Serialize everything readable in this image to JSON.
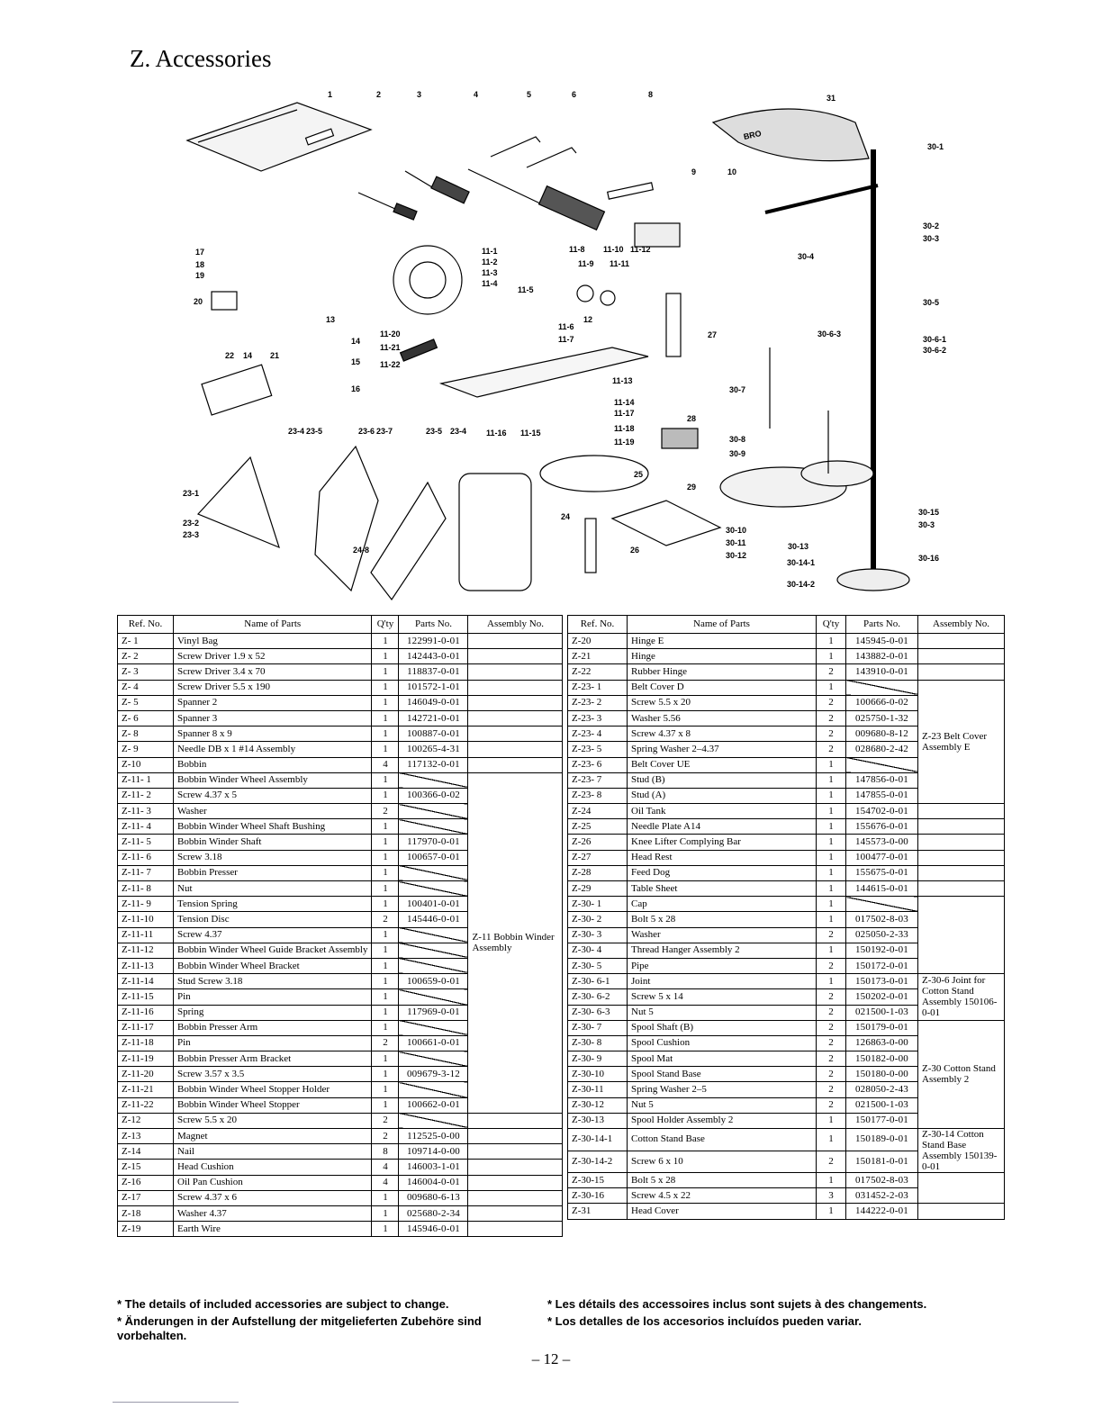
{
  "page": {
    "title": "Z.  Accessories",
    "page_number": "– 12 –"
  },
  "diagram": {
    "callouts": [
      "1",
      "2",
      "3",
      "4",
      "5",
      "6",
      "8",
      "9",
      "10",
      "31",
      "30-1",
      "30-2",
      "30-3",
      "30-4",
      "30-5",
      "30-6-1",
      "30-6-2",
      "30-6-3",
      "30-7",
      "30-8",
      "30-9",
      "30-10",
      "30-11",
      "30-12",
      "30-13",
      "30-14-1",
      "30-14-2",
      "30-15",
      "30-3",
      "30-16",
      "17",
      "18",
      "19",
      "20",
      "13",
      "14",
      "15",
      "16",
      "22",
      "14",
      "21",
      "11-1",
      "11-2",
      "11-3",
      "11-4",
      "11-5",
      "11-6",
      "11-7",
      "11-8",
      "11-9",
      "11-10",
      "11-11",
      "11-12",
      "11-13",
      "11-14",
      "11-17",
      "11-18",
      "11-19",
      "11-20",
      "11-21",
      "11-22",
      "11-16",
      "11-15",
      "12",
      "27",
      "28",
      "29",
      "25",
      "24",
      "26",
      "23-4",
      "23-5",
      "23-6",
      "23-7",
      "23-5",
      "23-4",
      "23-1",
      "23-2",
      "23-3",
      "24-8"
    ],
    "brand_text": "BRO"
  },
  "table": {
    "headers": [
      "Ref. No.",
      "Name of Parts",
      "Q'ty",
      "Parts No.",
      "Assembly No."
    ],
    "left_rows": [
      {
        "ref": "Z- 1",
        "name": "Vinyl Bag",
        "qty": "1",
        "pn": "122991-0-01"
      },
      {
        "ref": "Z- 2",
        "name": "Screw Driver 1.9 x 52",
        "qty": "1",
        "pn": "142443-0-01"
      },
      {
        "ref": "Z- 3",
        "name": "Screw Driver 3.4 x 70",
        "qty": "1",
        "pn": "118837-0-01"
      },
      {
        "ref": "Z- 4",
        "name": "Screw Driver 5.5 x 190",
        "qty": "1",
        "pn": "101572-1-01"
      },
      {
        "ref": "Z- 5",
        "name": "Spanner 2",
        "qty": "1",
        "pn": "146049-0-01"
      },
      {
        "ref": "Z- 6",
        "name": "Spanner 3",
        "qty": "1",
        "pn": "142721-0-01"
      },
      {
        "ref": "Z- 8",
        "name": "Spanner 8 x 9",
        "qty": "1",
        "pn": "100887-0-01"
      },
      {
        "ref": "Z- 9",
        "name": "Needle DB x 1 #14 Assembly",
        "qty": "1",
        "pn": "100265-4-31"
      },
      {
        "ref": "Z-10",
        "name": "Bobbin",
        "qty": "4",
        "pn": "117132-0-01"
      },
      {
        "ref": "Z-11- 1",
        "name": "Bobbin Winder Wheel Assembly",
        "qty": "1",
        "pn": ""
      },
      {
        "ref": "Z-11- 2",
        "name": "Screw 4.37 x 5",
        "qty": "1",
        "pn": "100366-0-02"
      },
      {
        "ref": "Z-11- 3",
        "name": "Washer",
        "qty": "2",
        "pn": ""
      },
      {
        "ref": "Z-11- 4",
        "name": "Bobbin Winder Wheel Shaft Bushing",
        "qty": "1",
        "pn": ""
      },
      {
        "ref": "Z-11- 5",
        "name": "Bobbin Winder Shaft",
        "qty": "1",
        "pn": "117970-0-01"
      },
      {
        "ref": "Z-11- 6",
        "name": "Screw 3.18",
        "qty": "1",
        "pn": "100657-0-01"
      },
      {
        "ref": "Z-11- 7",
        "name": "Bobbin Presser",
        "qty": "1",
        "pn": ""
      },
      {
        "ref": "Z-11- 8",
        "name": "Nut",
        "qty": "1",
        "pn": ""
      },
      {
        "ref": "Z-11- 9",
        "name": "Tension Spring",
        "qty": "1",
        "pn": "100401-0-01"
      },
      {
        "ref": "Z-11-10",
        "name": "Tension Disc",
        "qty": "2",
        "pn": "145446-0-01"
      },
      {
        "ref": "Z-11-11",
        "name": "Screw 4.37",
        "qty": "1",
        "pn": ""
      },
      {
        "ref": "Z-11-12",
        "name": "Bobbin Winder Wheel Guide Bracket Assembly",
        "qty": "1",
        "pn": ""
      },
      {
        "ref": "Z-11-13",
        "name": "Bobbin Winder Wheel Bracket",
        "qty": "1",
        "pn": ""
      },
      {
        "ref": "Z-11-14",
        "name": "Stud Screw 3.18",
        "qty": "1",
        "pn": "100659-0-01"
      },
      {
        "ref": "Z-11-15",
        "name": "Pin",
        "qty": "1",
        "pn": ""
      },
      {
        "ref": "Z-11-16",
        "name": "Spring",
        "qty": "1",
        "pn": "117969-0-01"
      },
      {
        "ref": "Z-11-17",
        "name": "Bobbin Presser Arm",
        "qty": "1",
        "pn": ""
      },
      {
        "ref": "Z-11-18",
        "name": "Pin",
        "qty": "2",
        "pn": "100661-0-01"
      },
      {
        "ref": "Z-11-19",
        "name": "Bobbin Presser Arm Bracket",
        "qty": "1",
        "pn": ""
      },
      {
        "ref": "Z-11-20",
        "name": "Screw 3.57 x 3.5",
        "qty": "1",
        "pn": "009679-3-12"
      },
      {
        "ref": "Z-11-21",
        "name": "Bobbin Winder Wheel Stopper Holder",
        "qty": "1",
        "pn": ""
      },
      {
        "ref": "Z-11-22",
        "name": "Bobbin Winder Wheel Stopper",
        "qty": "1",
        "pn": "100662-0-01"
      },
      {
        "ref": "Z-12",
        "name": "Screw 5.5 x 20",
        "qty": "2",
        "pn": ""
      },
      {
        "ref": "Z-13",
        "name": "Magnet",
        "qty": "2",
        "pn": "112525-0-00"
      },
      {
        "ref": "Z-14",
        "name": "Nail",
        "qty": "8",
        "pn": "109714-0-00"
      },
      {
        "ref": "Z-15",
        "name": "Head Cushion",
        "qty": "4",
        "pn": "146003-1-01"
      },
      {
        "ref": "Z-16",
        "name": "Oil Pan Cushion",
        "qty": "4",
        "pn": "146004-0-01"
      },
      {
        "ref": "Z-17",
        "name": "Screw 4.37 x 6",
        "qty": "1",
        "pn": "009680-6-13"
      },
      {
        "ref": "Z-18",
        "name": "Washer 4.37",
        "qty": "1",
        "pn": "025680-2-34"
      },
      {
        "ref": "Z-19",
        "name": "Earth Wire",
        "qty": "1",
        "pn": "145946-0-01"
      }
    ],
    "left_assembly_z11": "Z-11 Bobbin Winder Assembly",
    "right_rows": [
      {
        "ref": "Z-20",
        "name": "Hinge E",
        "qty": "1",
        "pn": "145945-0-01"
      },
      {
        "ref": "Z-21",
        "name": "Hinge",
        "qty": "1",
        "pn": "143882-0-01"
      },
      {
        "ref": "Z-22",
        "name": "Rubber Hinge",
        "qty": "2",
        "pn": "143910-0-01"
      },
      {
        "ref": "Z-23- 1",
        "name": "Belt Cover D",
        "qty": "1",
        "pn": ""
      },
      {
        "ref": "Z-23- 2",
        "name": "Screw 5.5 x 20",
        "qty": "2",
        "pn": "100666-0-02"
      },
      {
        "ref": "Z-23- 3",
        "name": "Washer 5.56",
        "qty": "2",
        "pn": "025750-1-32"
      },
      {
        "ref": "Z-23- 4",
        "name": "Screw 4.37 x 8",
        "qty": "2",
        "pn": "009680-8-12"
      },
      {
        "ref": "Z-23- 5",
        "name": "Spring Washer 2–4.37",
        "qty": "2",
        "pn": "028680-2-42"
      },
      {
        "ref": "Z-23- 6",
        "name": "Belt Cover UE",
        "qty": "1",
        "pn": ""
      },
      {
        "ref": "Z-23- 7",
        "name": "Stud (B)",
        "qty": "1",
        "pn": "147856-0-01"
      },
      {
        "ref": "Z-23- 8",
        "name": "Stud (A)",
        "qty": "1",
        "pn": "147855-0-01"
      },
      {
        "ref": "Z-24",
        "name": "Oil Tank",
        "qty": "1",
        "pn": "154702-0-01"
      },
      {
        "ref": "Z-25",
        "name": "Needle Plate A14",
        "qty": "1",
        "pn": "155676-0-01"
      },
      {
        "ref": "Z-26",
        "name": "Knee Lifter Complying Bar",
        "qty": "1",
        "pn": "145573-0-00"
      },
      {
        "ref": "Z-27",
        "name": "Head Rest",
        "qty": "1",
        "pn": "100477-0-01"
      },
      {
        "ref": "Z-28",
        "name": "Feed Dog",
        "qty": "1",
        "pn": "155675-0-01"
      },
      {
        "ref": "Z-29",
        "name": "Table Sheet",
        "qty": "1",
        "pn": "144615-0-01"
      },
      {
        "ref": "Z-30- 1",
        "name": "Cap",
        "qty": "1",
        "pn": ""
      },
      {
        "ref": "Z-30- 2",
        "name": "Bolt 5 x 28",
        "qty": "1",
        "pn": "017502-8-03"
      },
      {
        "ref": "Z-30- 3",
        "name": "Washer",
        "qty": "2",
        "pn": "025050-2-33"
      },
      {
        "ref": "Z-30- 4",
        "name": "Thread Hanger Assembly 2",
        "qty": "1",
        "pn": "150192-0-01"
      },
      {
        "ref": "Z-30- 5",
        "name": "Pipe",
        "qty": "2",
        "pn": "150172-0-01"
      },
      {
        "ref": "Z-30- 6-1",
        "name": "Joint",
        "qty": "1",
        "pn": "150173-0-01"
      },
      {
        "ref": "Z-30- 6-2",
        "name": "Screw 5 x 14",
        "qty": "2",
        "pn": "150202-0-01"
      },
      {
        "ref": "Z-30- 6-3",
        "name": "Nut 5",
        "qty": "2",
        "pn": "021500-1-03"
      },
      {
        "ref": "Z-30- 7",
        "name": "Spool Shaft (B)",
        "qty": "2",
        "pn": "150179-0-01"
      },
      {
        "ref": "Z-30- 8",
        "name": "Spool Cushion",
        "qty": "2",
        "pn": "126863-0-00"
      },
      {
        "ref": "Z-30- 9",
        "name": "Spool Mat",
        "qty": "2",
        "pn": "150182-0-00"
      },
      {
        "ref": "Z-30-10",
        "name": "Spool Stand Base",
        "qty": "2",
        "pn": "150180-0-00"
      },
      {
        "ref": "Z-30-11",
        "name": "Spring Washer 2–5",
        "qty": "2",
        "pn": "028050-2-43"
      },
      {
        "ref": "Z-30-12",
        "name": "Nut 5",
        "qty": "2",
        "pn": "021500-1-03"
      },
      {
        "ref": "Z-30-13",
        "name": "Spool Holder Assembly 2",
        "qty": "1",
        "pn": "150177-0-01"
      },
      {
        "ref": "Z-30-14-1",
        "name": "Cotton Stand Base",
        "qty": "1",
        "pn": "150189-0-01"
      },
      {
        "ref": "Z-30-14-2",
        "name": "Screw 6 x 10",
        "qty": "2",
        "pn": "150181-0-01"
      },
      {
        "ref": "Z-30-15",
        "name": "Bolt 5 x 28",
        "qty": "1",
        "pn": "017502-8-03"
      },
      {
        "ref": "Z-30-16",
        "name": "Screw 4.5 x 22",
        "qty": "3",
        "pn": "031452-2-03"
      },
      {
        "ref": "Z-31",
        "name": "Head Cover",
        "qty": "1",
        "pn": "144222-0-01"
      }
    ],
    "right_assembly_z23": "Z-23 Belt Cover Assembly E",
    "right_assembly_z30_6": "Z-30-6 Joint for Cotton Stand Assembly 150106-0-01",
    "right_assembly_z30": "Z-30 Cotton Stand Assembly 2",
    "right_assembly_z30_14": "Z-30-14 Cotton Stand Base Assembly 150139-0-01"
  },
  "notes": {
    "en": "* The details of included accessories are subject to change.",
    "de": "* Änderungen in der Aufstellung der mitgelieferten Zubehöre sind vorbehalten.",
    "fr": "* Les détails des accessoires inclus sont sujets à des changements.",
    "es": "* Los detalles de los accesorios incluídos pueden variar."
  }
}
